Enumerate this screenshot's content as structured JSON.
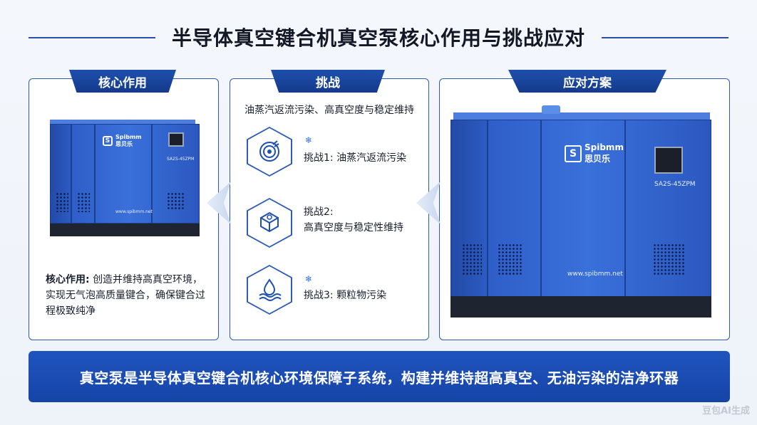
{
  "title": "半导体真空键合机真空泵核心作用与挑战应对",
  "tabs": {
    "core": "核心作用",
    "challenge": "挑战",
    "solution": "应对方案"
  },
  "left_machine": {
    "logo_brand": "Spibmm",
    "logo_cn": "思贝乐",
    "model": "SA2S-45ZPM",
    "url": "www.spibmm.net"
  },
  "right_machine": {
    "logo_brand": "Spibmm",
    "logo_cn": "思贝乐",
    "model": "SA2S-45ZPM",
    "url": "www.spibmm.net"
  },
  "core_desc": {
    "label": "核心作用:",
    "text": "创造并维持高真空环境，实现无气泡高质量键合，确保键合过程极致纯净"
  },
  "challenge": {
    "subtitle": "油蒸汽返流污染、高真空度与稳定维持",
    "items": [
      {
        "icon": "vacuum-target-icon",
        "line1": "挑战1: 油蒸汽返流污染",
        "line2": ""
      },
      {
        "icon": "cube-layers-icon",
        "line1": "挑战2:",
        "line2": "高真空度与稳定性维持"
      },
      {
        "icon": "droplet-waves-icon",
        "line1": "挑战3: 颗粒物污染",
        "line2": ""
      }
    ]
  },
  "banner": "真空泵是半导体真空键合机核心环境保障子系统，构建并维持超高真空、无油污染的洁净环器",
  "watermark": "豆包AI生成",
  "colors": {
    "primary": "#1f54bf",
    "border": "#2e5bb8",
    "machine": "#3a70db"
  }
}
